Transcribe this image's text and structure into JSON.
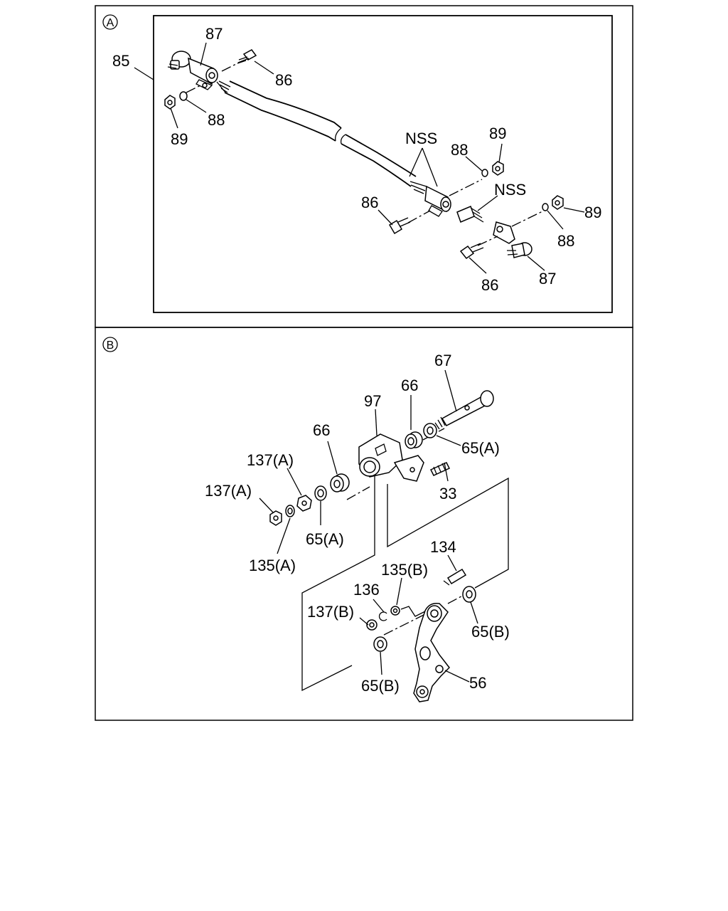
{
  "panel_a": {
    "marker": "A",
    "labels": {
      "l85": "85",
      "l87_top": "87",
      "l86_top": "86",
      "l88_left": "88",
      "l89_left": "89",
      "lnss_1": "NSS",
      "l88_right": "88",
      "l89_right_top": "89",
      "lnss_2": "NSS",
      "l86_mid": "86",
      "l89_right": "89",
      "l88_lower": "88",
      "l86_bottom": "86",
      "l87_bottom": "87"
    }
  },
  "panel_b": {
    "marker": "B",
    "labels": {
      "l67": "67",
      "l97": "97",
      "l66_right": "66",
      "l66_left": "66",
      "l65a_right": "65(A)",
      "l137a_upper": "137(A)",
      "l137a_lower": "137(A)",
      "l33": "33",
      "l65a_lower": "65(A)",
      "l135a": "135(A)",
      "l134": "134",
      "l135b": "135(B)",
      "l136": "136",
      "l137b": "137(B)",
      "l65b_right": "65(B)",
      "l65b_bottom": "65(B)",
      "l56": "56"
    }
  }
}
